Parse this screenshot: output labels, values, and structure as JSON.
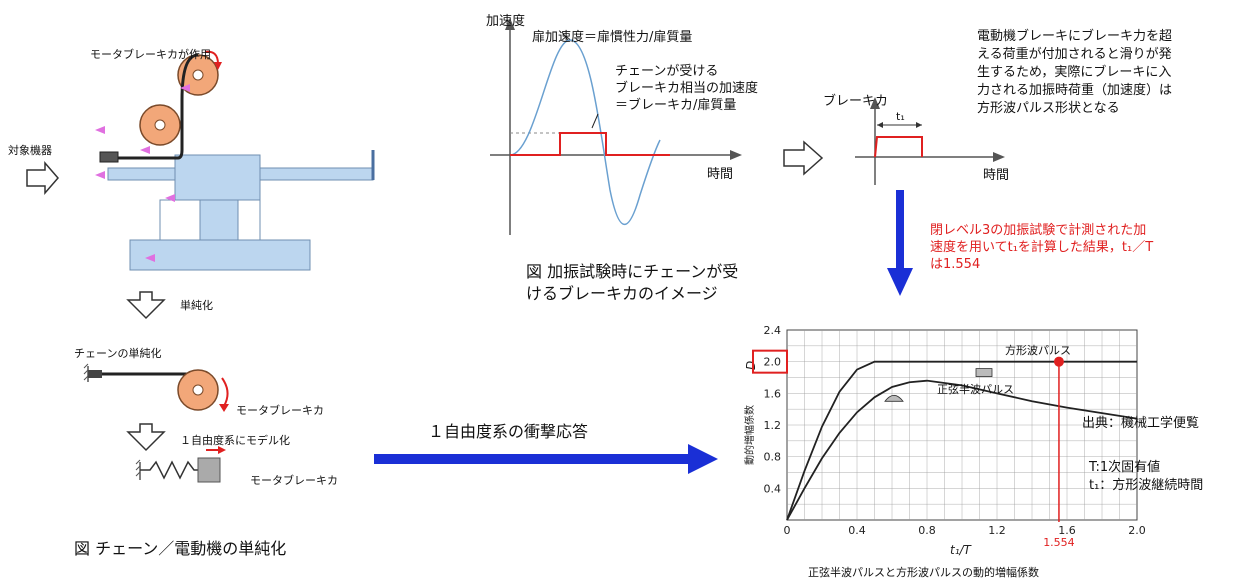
{
  "left": {
    "motor_brake_label": "モータブレーキカが作用",
    "target_label": "対象機器",
    "simplify_label": "単純化",
    "chain_simplified_label": "チェーンの単純化",
    "motor_brake_force_1": "モータブレーキカ",
    "one_dof_label": "１自由度系にモデル化",
    "motor_brake_force_2": "モータブレーキカ",
    "caption": "図  チェーン／電動機の単純化"
  },
  "accel_graph": {
    "y_label": "加速度",
    "x_label": "時間",
    "door_accel_eq": "扉加速度＝扉慣性力/扉質量",
    "chain_line1": "チェーンが受ける",
    "chain_line2": "ブレーキカ相当の加速度",
    "chain_line3": "＝ブレーキカ/扉質量",
    "caption_line1": "図  加振試験時にチェーンが受",
    "caption_line2": "けるブレーキカのイメージ"
  },
  "pulse_graph": {
    "y_label": "ブレーキカ",
    "x_label": "時間",
    "t1": "t₁"
  },
  "right_note": {
    "line1": "電動機ブレーキにブレーキ力を超",
    "line2": "える荷重が付加されると滑りが発",
    "line3": "生するため，実際にブレーキに入",
    "line4": "力される加振時荷重（加速度）は",
    "line5": "方形波パルス形状となる"
  },
  "red_note": {
    "line1": "閉レベル3の加振試験で計測された加",
    "line2": "速度を用いてt₁を計算した結果，t₁／T",
    "line3": "は1.554"
  },
  "shock_arrow_label": "１自由度系の衝撃応答",
  "chart_data": {
    "type": "line",
    "title": "",
    "xlabel": "t₁/T",
    "ylabel": "動的増幅係数",
    "y_symbol": "D",
    "xlim": [
      0,
      2.0
    ],
    "ylim": [
      0,
      2.4
    ],
    "x_ticks": [
      "0",
      "0.4",
      "0.8",
      "1.2",
      "1.6",
      "2.0"
    ],
    "y_ticks": [
      "0.4",
      "0.8",
      "1.2",
      "1.6",
      "2.0",
      "2.4"
    ],
    "grid": true,
    "series": [
      {
        "name": "方形波パルス",
        "x": [
          0,
          0.1,
          0.2,
          0.3,
          0.4,
          0.5,
          2.0
        ],
        "y": [
          0,
          0.62,
          1.18,
          1.62,
          1.9,
          2.0,
          2.0
        ]
      },
      {
        "name": "正弦半波パルス",
        "x": [
          0,
          0.1,
          0.2,
          0.3,
          0.4,
          0.5,
          0.6,
          0.7,
          0.8,
          1.0,
          1.2,
          1.4,
          1.6,
          1.8,
          2.0
        ],
        "y": [
          0,
          0.4,
          0.78,
          1.1,
          1.36,
          1.55,
          1.68,
          1.74,
          1.76,
          1.7,
          1.6,
          1.5,
          1.42,
          1.35,
          1.28
        ]
      }
    ],
    "marker": {
      "x": 1.554,
      "y": 2.0,
      "label": "1.554"
    },
    "highlight_label": "2.0",
    "source": "出典：機械工学便覧",
    "legend_t": "T:1次固有値",
    "legend_t1": "t₁：方形波継続時間",
    "caption": "正弦半波パルスと方形波パルスの動的増幅係数",
    "colors": {
      "curve": "#222222",
      "marker": "#e02020",
      "grid": "#9a9a9a"
    }
  }
}
